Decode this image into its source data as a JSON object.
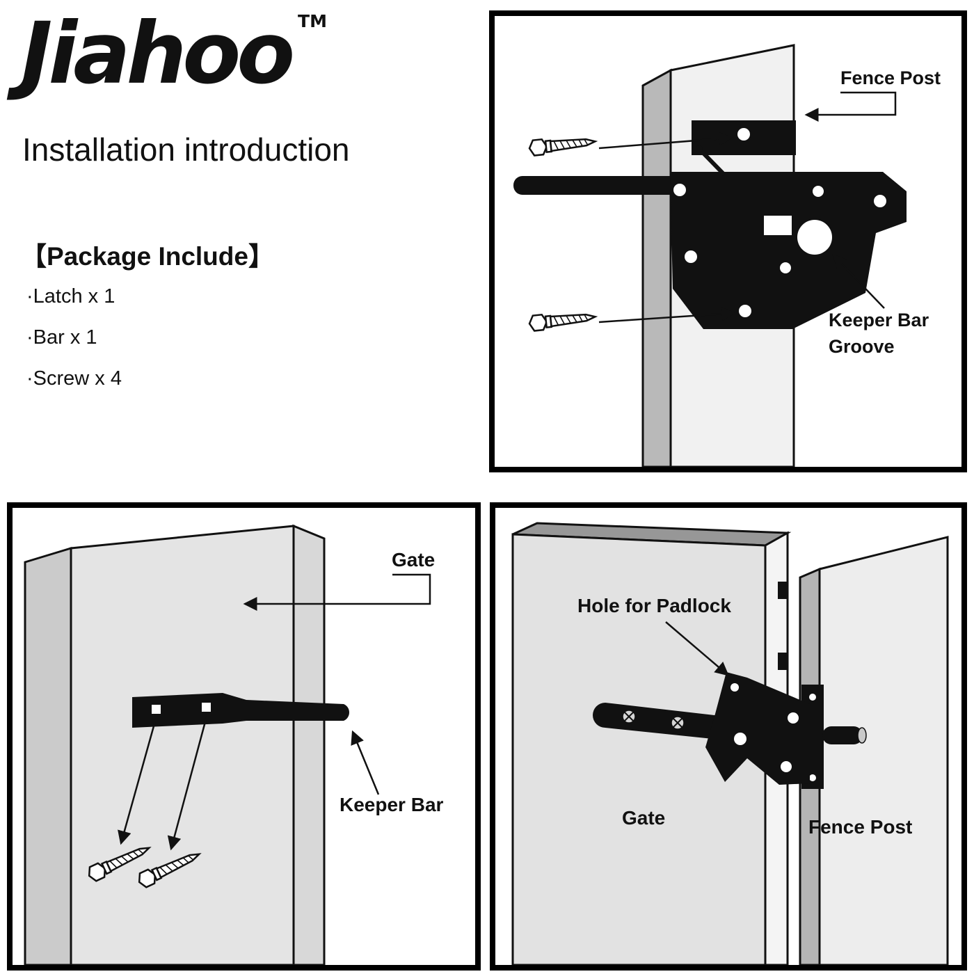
{
  "header": {
    "brand": "Jiahoo",
    "trademark": "TM",
    "subtitle": "Installation introduction",
    "package": {
      "title": "【Package Include】",
      "items": [
        "·Latch x 1",
        "·Bar x 1",
        "·Screw x 4"
      ]
    }
  },
  "panels": {
    "latch_on_post": {
      "fence_post_label": "Fence Post",
      "groove_label_line1": "Keeper Bar",
      "groove_label_line2": "Groove"
    },
    "keeper_on_gate": {
      "gate_label": "Gate",
      "keeper_bar_label": "Keeper Bar"
    },
    "assembled": {
      "padlock_label": "Hole for Padlock",
      "gate_label": "Gate",
      "fence_post_label": "Fence Post"
    }
  }
}
